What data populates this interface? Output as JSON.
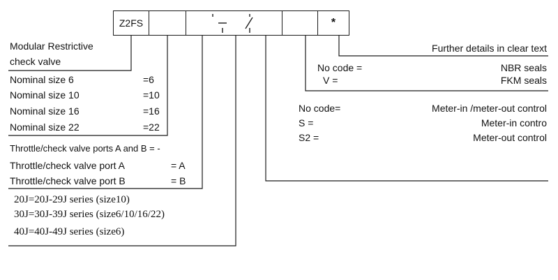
{
  "code_boxes": {
    "model": "Z2FS",
    "separator": "/",
    "asterisk": "*"
  },
  "title": {
    "line1": "Modular Restrictive",
    "line2": "check valve"
  },
  "nominal_sizes": [
    {
      "label": "Nominal size  6",
      "code": "=6"
    },
    {
      "label": "Nominal size 10",
      "code": "=10"
    },
    {
      "label": "Nominal size  16",
      "code": "=16"
    },
    {
      "label": "Nominal size  22",
      "code": "=22"
    }
  ],
  "ports": {
    "both": "Throttle/check valve ports A and B = -",
    "a_label": "Throttle/check valve port A",
    "a_code": "= A",
    "b_label": "Throttle/check valve port B",
    "b_code": "= B"
  },
  "series": [
    "20J=20J-29J series (size10)",
    "30J=30J-39J series (size6/10/16/22)",
    "40J=40J-49J series (size6)"
  ],
  "further": "Further details in clear text",
  "seals": [
    {
      "code": "No code =",
      "desc": "NBR seals"
    },
    {
      "code": "V          =",
      "desc": "FKM seals"
    }
  ],
  "control": [
    {
      "code": "No code=",
      "desc": "Meter-in /meter-out control"
    },
    {
      "code": "S =",
      "desc": "Meter-in contro"
    },
    {
      "code": "S2 =",
      "desc": "Meter-out control"
    }
  ]
}
